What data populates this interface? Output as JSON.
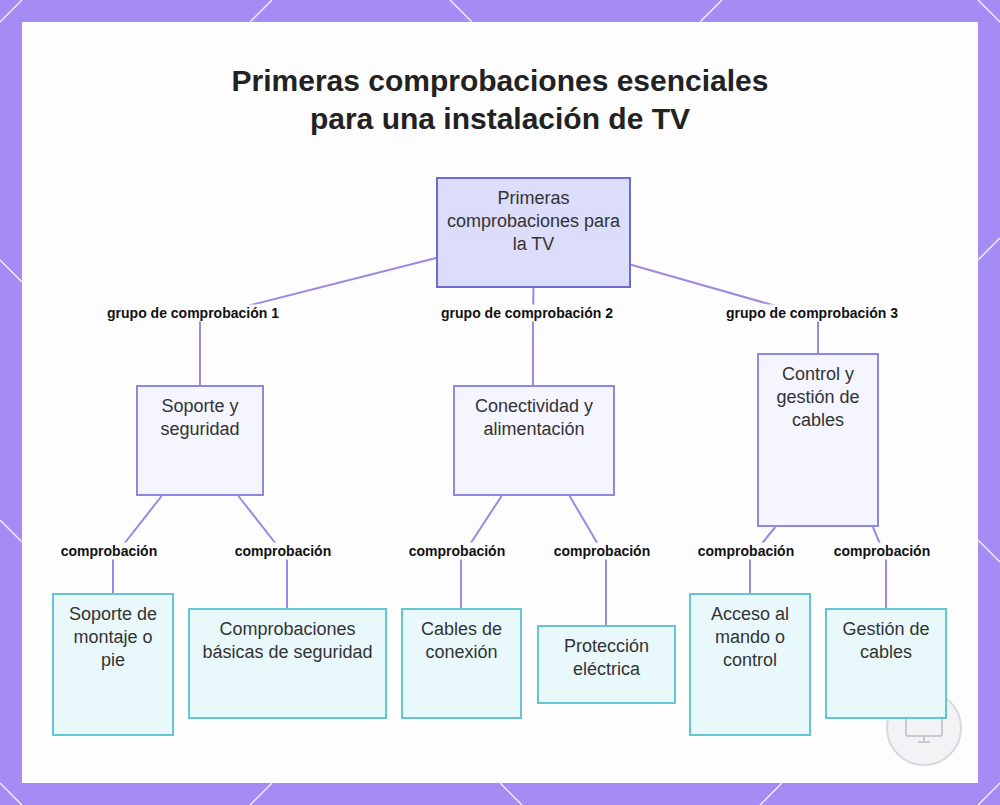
{
  "diagram": {
    "title": "Primeras comprobaciones esenciales para una instalación de TV",
    "nodes": [
      {
        "text": [
          "Primeras comprobaciones para la TV"
        ]
      },
      {
        "text": [
          "Soporte y seguridad"
        ]
      },
      {
        "text": [
          "Conectividad y alimentación"
        ]
      },
      {
        "text": [
          "Control y gestión de cables"
        ]
      },
      {
        "text": [
          "Soporte de montaje o pie"
        ]
      },
      {
        "text": [
          "Comprobaciones básicas de seguridad"
        ]
      },
      {
        "text": [
          "Cables de conexión"
        ]
      },
      {
        "text": [
          "Protección eléctrica"
        ]
      },
      {
        "text": [
          "Acceso al mando o control"
        ]
      },
      {
        "text": [
          "Gestión de cables"
        ]
      }
    ],
    "edges": [
      {
        "from": 0,
        "to": 1,
        "label": "grupo de comprobación 1",
        "arrow": "none"
      },
      {
        "from": 0,
        "to": 2,
        "label": "grupo de comprobación 2",
        "arrow": "none"
      },
      {
        "from": 0,
        "to": 3,
        "label": "grupo de comprobación 3",
        "arrow": "none"
      },
      {
        "from": 1,
        "to": 4,
        "label": "comprobación",
        "arrow": "none"
      },
      {
        "from": 1,
        "to": 5,
        "label": "comprobación",
        "arrow": "none"
      },
      {
        "from": 2,
        "to": 6,
        "label": "comprobación",
        "arrow": "none"
      },
      {
        "from": 2,
        "to": 7,
        "label": "comprobación",
        "arrow": "none"
      },
      {
        "from": 3,
        "to": 8,
        "label": "comprobación",
        "arrow": "none"
      },
      {
        "from": 3,
        "to": 9,
        "label": "comprobación",
        "arrow": "none"
      }
    ]
  }
}
